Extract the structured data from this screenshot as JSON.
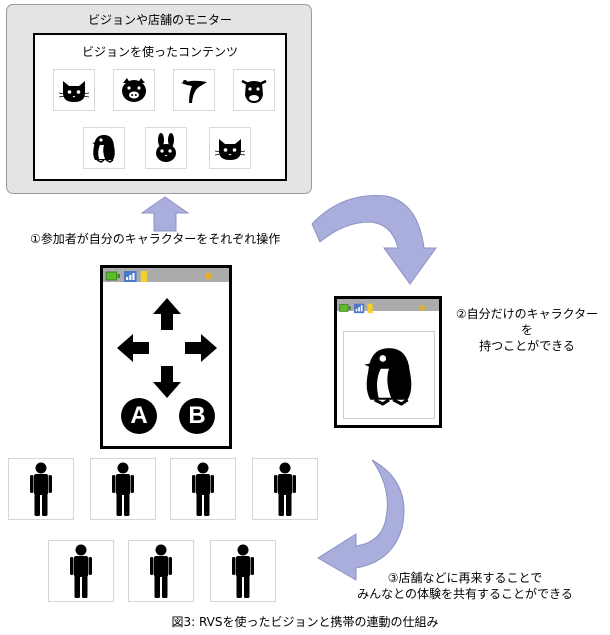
{
  "monitor": {
    "title": "ビジョンや店舗のモニター",
    "screen_title": "ビジョンを使ったコンテンツ",
    "content_icons": [
      "cat-face-icon",
      "pig-face-icon",
      "bird-icon",
      "cow-face-icon",
      "penguin-icon",
      "rabbit-icon",
      "cat-face-icon"
    ]
  },
  "steps": {
    "step1": "①参加者が自分のキャラクターをそれぞれ操作",
    "step2_line1": "②自分だけのキャラクターを",
    "step2_line2": "持つことができる",
    "step3_line1": "③店舗などに再来することで",
    "step3_line2": "みんなとの体験を共有することができる"
  },
  "controller": {
    "buttons": [
      "A",
      "B"
    ],
    "icons": [
      "arrow-up-icon",
      "arrow-left-icon",
      "arrow-right-icon",
      "arrow-down-icon"
    ]
  },
  "colors": {
    "arrow_fill": "#a9aedc",
    "monitor_bg": "#e2e4e6",
    "status_bar": "#ababab"
  },
  "caption": "図3: RVSを使ったビジョンと携帯の連動の仕組み"
}
